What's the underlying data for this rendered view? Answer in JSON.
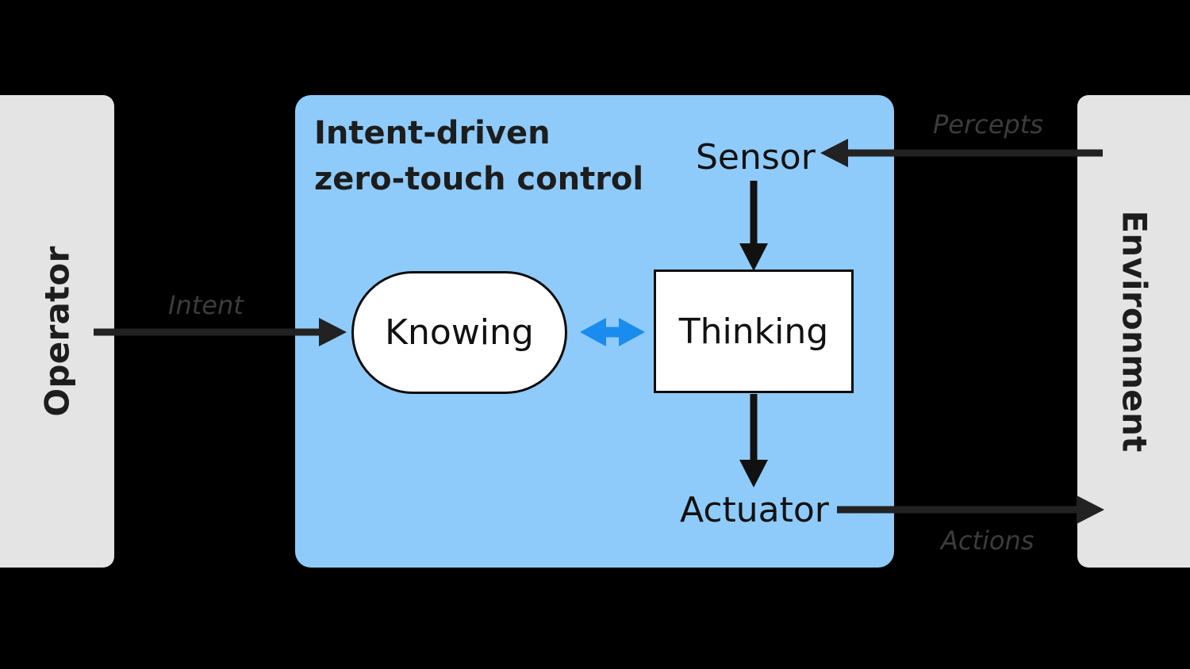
{
  "diagram": {
    "title": "Intent-driven zero-touch control diagram",
    "background_color": "#000000",
    "panels": {
      "operator": {
        "label": "Operator",
        "fill": "#e4e4e4",
        "text_orientation": "rotated-90-ccw"
      },
      "environment": {
        "label": "Environment",
        "fill": "#e4e4e4",
        "text_orientation": "rotated-90-cw"
      },
      "control": {
        "title": "Intent-driven\nzero-touch control",
        "fill": "#8ecbfa"
      }
    },
    "nodes": {
      "knowing": {
        "label": "Knowing",
        "shape": "stadium",
        "fill": "#ffffff",
        "stroke": "#0d0d0d"
      },
      "thinking": {
        "label": "Thinking",
        "shape": "rectangle",
        "fill": "#ffffff",
        "stroke": "#0d0d0d"
      },
      "sensor": {
        "label": "Sensor",
        "shape": "text"
      },
      "actuator": {
        "label": "Actuator",
        "shape": "text"
      }
    },
    "edges": [
      {
        "id": "intent",
        "label": "Intent",
        "from": "Operator",
        "to": "Knowing",
        "direction": "right",
        "color": "#222222"
      },
      {
        "id": "percepts",
        "label": "Percepts",
        "from": "Environment",
        "to": "Sensor",
        "direction": "left",
        "color": "#222222"
      },
      {
        "id": "actions",
        "label": "Actions",
        "from": "Actuator",
        "to": "Environment",
        "direction": "right",
        "color": "#222222"
      },
      {
        "id": "sensor-to-thinking",
        "label": "",
        "from": "Sensor",
        "to": "Thinking",
        "direction": "down",
        "color": "#111111"
      },
      {
        "id": "thinking-to-actuator",
        "label": "",
        "from": "Thinking",
        "to": "Actuator",
        "direction": "down",
        "color": "#111111"
      },
      {
        "id": "knowing-thinking",
        "label": "",
        "from": "Knowing",
        "to": "Thinking",
        "direction": "bidirectional",
        "color": "#1a8cf0"
      }
    ],
    "colors": {
      "control_plane_blue": "#8ecbfa",
      "accent_arrow_blue": "#1a8cf0",
      "panel_gray": "#e4e4e4",
      "arrow_black": "#222222",
      "text_dark": "#111111",
      "edge_label_gray": "#3c3c3c"
    }
  }
}
